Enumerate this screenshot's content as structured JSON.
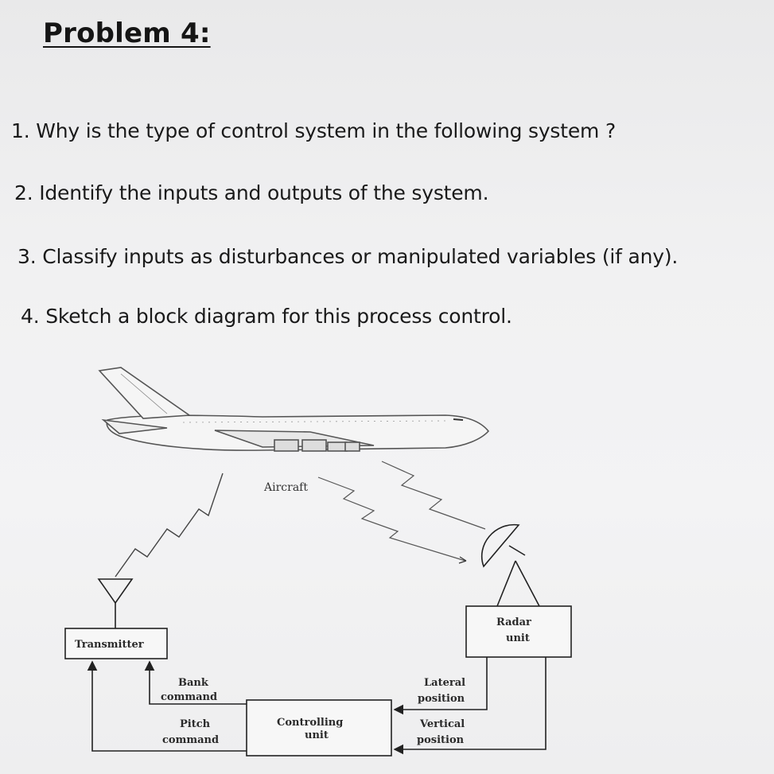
{
  "problem": {
    "title": "Problem 4:"
  },
  "questions": [
    "1. Why is the type of control system in the following system ?",
    "2. Identify the inputs and outputs of the system.",
    "3. Classify inputs as disturbances or manipulated variables (if any).",
    "4. Sketch a block diagram for this process control."
  ],
  "diagram": {
    "aircraft_label": "Aircraft",
    "transmitter_label": "Transmitter",
    "radar_label_line1": "Radar",
    "radar_label_line2": "unit",
    "controlling_line1": "Controlling",
    "controlling_line2": "unit",
    "bank_line1": "Bank",
    "bank_line2": "command",
    "pitch_line1": "Pitch",
    "pitch_line2": "command",
    "lateral_line1": "Lateral",
    "lateral_line2": "position",
    "vertical_line1": "Vertical",
    "vertical_line2": "position"
  }
}
